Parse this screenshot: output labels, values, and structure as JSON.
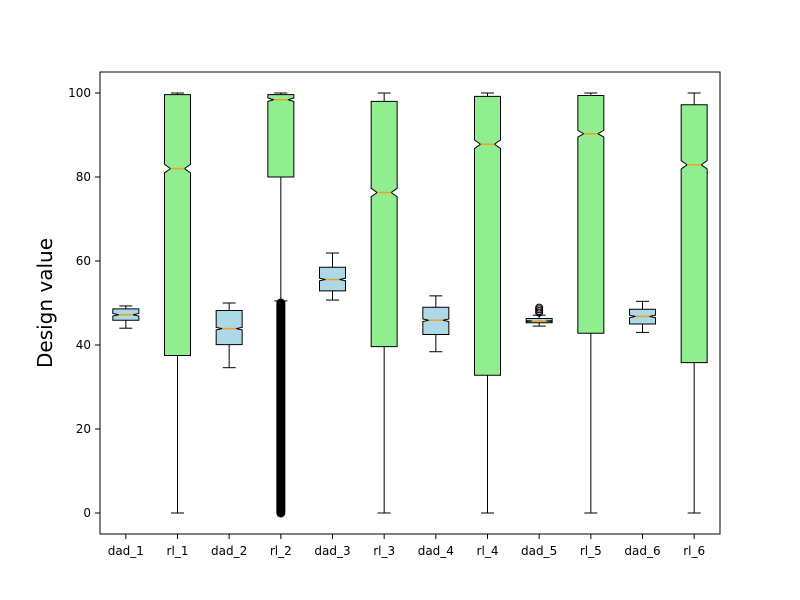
{
  "chart_data": {
    "type": "box",
    "title": "",
    "xlabel": "",
    "ylabel": "Design value",
    "ylim": [
      -5,
      105
    ],
    "yticks": [
      0,
      20,
      40,
      60,
      80,
      100
    ],
    "grid": false,
    "notched": true,
    "colors": {
      "dad": "#add8e6",
      "rl": "#90ee90",
      "median": "#f0a020",
      "outline": "#000000"
    },
    "categories": [
      "dad_1",
      "rl_1",
      "dad_2",
      "rl_2",
      "dad_3",
      "rl_3",
      "dad_4",
      "rl_4",
      "dad_5",
      "rl_5",
      "dad_6",
      "rl_6"
    ],
    "boxes": [
      {
        "label": "dad_1",
        "group": "dad",
        "whislo": 44.0,
        "q1": 45.9,
        "med": 47.2,
        "q3": 48.6,
        "whishi": 49.3,
        "notch": [
          46.9,
          47.5
        ],
        "fliers": []
      },
      {
        "label": "rl_1",
        "group": "rl",
        "whislo": 0.0,
        "q1": 37.5,
        "med": 82.0,
        "q3": 99.6,
        "whishi": 100.0,
        "notch": [
          81.0,
          83.0
        ],
        "fliers": []
      },
      {
        "label": "dad_2",
        "group": "dad",
        "whislo": 34.6,
        "q1": 40.1,
        "med": 43.9,
        "q3": 48.2,
        "whishi": 50.0,
        "notch": [
          43.6,
          44.2
        ],
        "fliers": []
      },
      {
        "label": "rl_2",
        "group": "rl",
        "whislo": 50.5,
        "q1": 80.0,
        "med": 98.4,
        "q3": 99.6,
        "whishi": 100.0,
        "notch": [
          98.0,
          98.8
        ],
        "fliers": [
          0,
          5,
          10,
          15,
          20,
          25,
          30,
          35,
          40,
          45,
          50
        ]
      },
      {
        "label": "dad_3",
        "group": "dad",
        "whislo": 50.7,
        "q1": 52.9,
        "med": 55.6,
        "q3": 58.5,
        "whishi": 61.9,
        "notch": [
          55.3,
          55.9
        ],
        "fliers": []
      },
      {
        "label": "rl_3",
        "group": "rl",
        "whislo": 0.0,
        "q1": 39.6,
        "med": 76.3,
        "q3": 98.0,
        "whishi": 100.0,
        "notch": [
          75.3,
          77.3
        ],
        "fliers": []
      },
      {
        "label": "dad_4",
        "group": "dad",
        "whislo": 38.4,
        "q1": 42.5,
        "med": 45.9,
        "q3": 49.0,
        "whishi": 51.7,
        "notch": [
          45.6,
          46.2
        ],
        "fliers": []
      },
      {
        "label": "rl_4",
        "group": "rl",
        "whislo": 0.0,
        "q1": 32.8,
        "med": 87.8,
        "q3": 99.2,
        "whishi": 100.0,
        "notch": [
          86.8,
          88.8
        ],
        "fliers": []
      },
      {
        "label": "dad_5",
        "group": "dad",
        "whislo": 44.5,
        "q1": 45.3,
        "med": 45.7,
        "q3": 46.3,
        "whishi": 47.1,
        "notch": [
          45.6,
          45.8
        ],
        "fliers": [
          47.7,
          48.1,
          48.5,
          48.9
        ]
      },
      {
        "label": "rl_5",
        "group": "rl",
        "whislo": 0.0,
        "q1": 42.8,
        "med": 90.3,
        "q3": 99.4,
        "whishi": 100.0,
        "notch": [
          89.5,
          91.1
        ],
        "fliers": []
      },
      {
        "label": "dad_6",
        "group": "dad",
        "whislo": 43.0,
        "q1": 45.0,
        "med": 46.8,
        "q3": 48.5,
        "whishi": 50.4,
        "notch": [
          46.5,
          47.1
        ],
        "fliers": []
      },
      {
        "label": "rl_6",
        "group": "rl",
        "whislo": 0.0,
        "q1": 35.8,
        "med": 82.9,
        "q3": 97.2,
        "whishi": 100.0,
        "notch": [
          81.9,
          83.9
        ],
        "fliers": []
      }
    ]
  }
}
